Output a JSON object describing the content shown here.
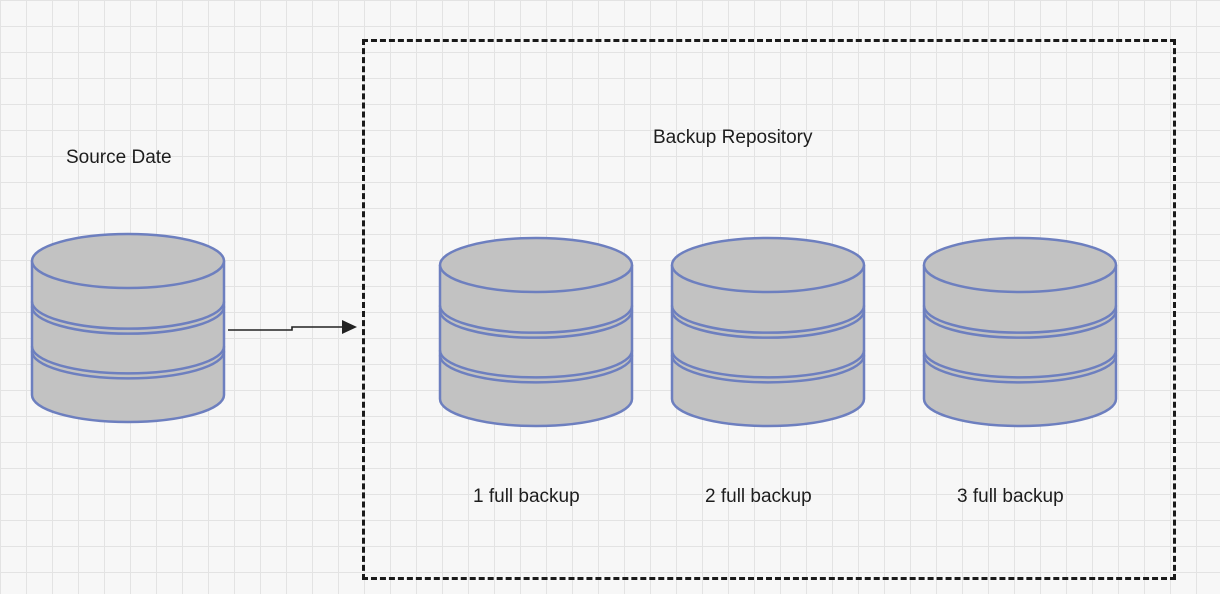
{
  "diagram": {
    "colors": {
      "db_fill": "#c2c2c2",
      "db_stroke": "#6d7fbf",
      "arrow": "#222222",
      "border": "#1a1a1a"
    },
    "source": {
      "label": "Source Date",
      "icon": "database-icon"
    },
    "repository": {
      "label": "Backup Repository",
      "backups": [
        {
          "label": "1 full backup",
          "icon": "database-icon"
        },
        {
          "label": "2 full backup",
          "icon": "database-icon"
        },
        {
          "label": "3 full backup",
          "icon": "database-icon"
        }
      ]
    },
    "connector": {
      "from": "Source Date",
      "to": "Backup Repository"
    }
  }
}
